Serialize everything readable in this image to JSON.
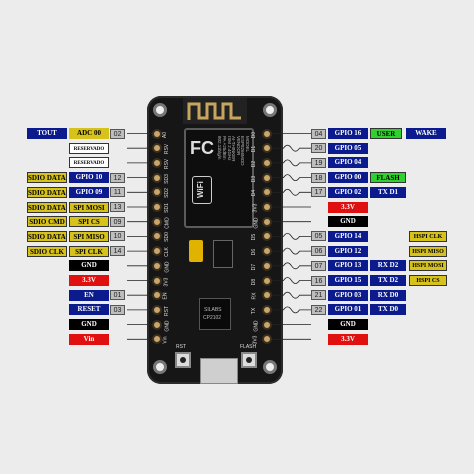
{
  "board": {
    "module_brand": "WiFi",
    "module_lines": [
      "MODEL",
      "ESP8266MOD",
      "VENDOR",
      "AI-THINKER",
      "ISM 2.4GHz",
      "PA +25dBm",
      "802.11b/g/n"
    ],
    "fc_mark": "FC",
    "usb_chip": [
      "SILABS",
      "CP2102"
    ],
    "rst_label": "RST",
    "flash_label": "FLASH",
    "left_pins": [
      "A0",
      "RSV",
      "RSV",
      "SD3",
      "SD2",
      "SD1",
      "CMD",
      "SD0",
      "CLK",
      "GND",
      "3V3",
      "EN",
      "RST",
      "GND",
      "Vin"
    ],
    "right_pins": [
      "D0",
      "D1",
      "D2",
      "D3",
      "D4",
      "3V3",
      "GND",
      "D5",
      "D6",
      "D7",
      "D8",
      "RX",
      "TX",
      "GND",
      "3V3"
    ]
  },
  "left_labels": [
    {
      "outer": "TOUT",
      "adc": "ADC 00",
      "num": "02"
    },
    {
      "name": "RESERVADO"
    },
    {
      "name": "RESERVADO"
    },
    {
      "sdio": "SDIO DATA3",
      "gpio": "GPIO 10",
      "num": "12"
    },
    {
      "sdio": "SDIO DATA2",
      "gpio": "GPIO 09",
      "num": "11"
    },
    {
      "sdio": "SDIO DATA1",
      "spi": "SPI MOSI",
      "num": "13"
    },
    {
      "sdio": "SDIO CMD",
      "spi": "SPI CS",
      "num": "09"
    },
    {
      "sdio": "SDIO DATA0",
      "spi": "SPI MISO",
      "num": "10"
    },
    {
      "sdio": "SDIO CLK",
      "spi": "SPI CLK",
      "num": "14"
    },
    {
      "name": "GND"
    },
    {
      "name": "3.3V"
    },
    {
      "name": "EN",
      "num": "01"
    },
    {
      "name": "RESET",
      "num": "03"
    },
    {
      "name": "GND"
    },
    {
      "name": "Vin"
    }
  ],
  "right_labels": [
    {
      "num": "04",
      "gpio": "GPIO 16",
      "extra": "USER",
      "extra2": "WAKE"
    },
    {
      "num": "20",
      "gpio": "GPIO 05"
    },
    {
      "num": "19",
      "gpio": "GPIO 04"
    },
    {
      "num": "18",
      "gpio": "GPIO 00",
      "extra": "FLASH"
    },
    {
      "num": "17",
      "gpio": "GPIO 02",
      "extra": "TX D1"
    },
    {
      "name": "3.3V"
    },
    {
      "name": "GND"
    },
    {
      "num": "05",
      "gpio": "GPIO 14",
      "hspi": "HSPI CLK"
    },
    {
      "num": "06",
      "gpio": "GPIO 12",
      "hspi": "HSPI MISO"
    },
    {
      "num": "07",
      "gpio": "GPIO 13",
      "extra": "RX D2",
      "hspi": "HSPI MOSI"
    },
    {
      "num": "16",
      "gpio": "GPIO 15",
      "extra": "TX D2",
      "hspi": "HSPI CS"
    },
    {
      "num": "21",
      "gpio": "GPIO 03",
      "extra": "RX D0"
    },
    {
      "num": "22",
      "gpio": "GPIO 01",
      "extra": "TX D0"
    },
    {
      "name": "GND"
    },
    {
      "name": "3.3V"
    }
  ],
  "colors": {
    "navy": "#0b1a8c",
    "gold": "#d6c21b",
    "white": "#ffffff",
    "black": "#000000",
    "red": "#e01010",
    "green": "#2ed12e",
    "board": "#1a1a1a",
    "pcb_edge": "#2a2a2a"
  }
}
